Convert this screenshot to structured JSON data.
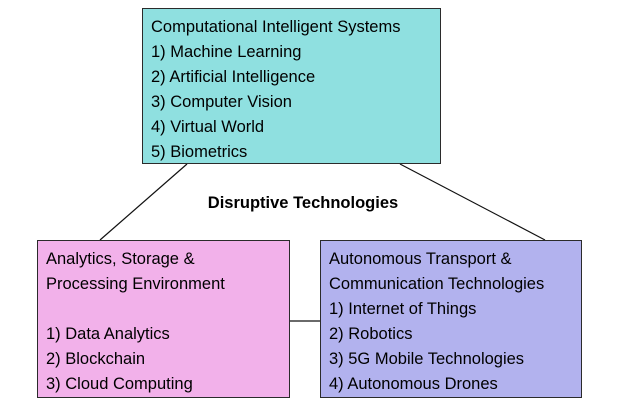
{
  "center_label": "Disruptive Technologies",
  "colors": {
    "top_box": "#8fe0e0",
    "left_box": "#f2b1ea",
    "right_box": "#b2b2ee",
    "border": "#2b2b2b"
  },
  "top_box": {
    "title": "Computational Intelligent Systems",
    "items": [
      "1) Machine Learning",
      "2) Artificial Intelligence",
      "3) Computer Vision",
      "4) Virtual World",
      "5) Biometrics"
    ]
  },
  "left_box": {
    "title_lines": [
      "Analytics, Storage &",
      "Processing Environment"
    ],
    "items": [
      "1) Data Analytics",
      "2) Blockchain",
      "3) Cloud Computing"
    ]
  },
  "right_box": {
    "title_lines": [
      "Autonomous Transport &",
      "Communication Technologies"
    ],
    "items": [
      "1) Internet of Things",
      "2) Robotics",
      "3) 5G Mobile Technologies",
      "4) Autonomous Drones"
    ]
  }
}
